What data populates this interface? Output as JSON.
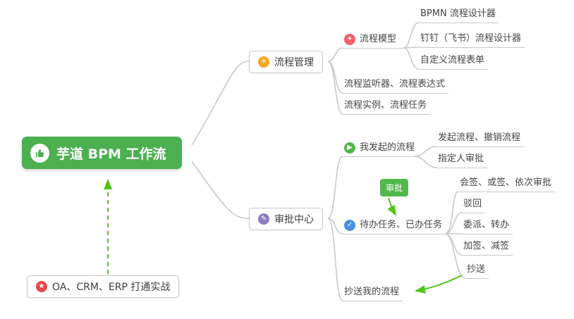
{
  "root": {
    "label": "芋道 BPM 工作流"
  },
  "process_mgmt": {
    "label": "流程管理",
    "model": {
      "label": "流程模型"
    },
    "bpmn": {
      "label": "BPMN 流程设计器"
    },
    "dingtalk": {
      "label": "钉钉（飞书）流程设计器"
    },
    "custom_form": {
      "label": "自定义流程表单"
    },
    "listener": {
      "label": "流程监听器、流程表达式"
    },
    "instance": {
      "label": "流程实例、流程任务"
    }
  },
  "approval": {
    "label": "审批中心",
    "my_initiated": {
      "label": "我发起的流程"
    },
    "initiate_cancel": {
      "label": "发起流程、撤销流程"
    },
    "assignee": {
      "label": "指定人审批"
    },
    "todo_done": {
      "label": "待办任务、已办任务"
    },
    "countersign": {
      "label": "会签、或签、依次审批"
    },
    "reject": {
      "label": "驳回"
    },
    "delegate": {
      "label": "委派、转办"
    },
    "addsign": {
      "label": "加签、减签"
    },
    "cc": {
      "label": "抄送"
    },
    "cc_my": {
      "label": "抄送我的流程"
    }
  },
  "badge": {
    "label": "审批"
  },
  "practice": {
    "label": "OA、CRM、ERP 打通实战"
  },
  "icons": {
    "lightbulb": "☀",
    "model": "✦",
    "pencil": "✎",
    "play": "▶",
    "check": "✓",
    "star": "★"
  },
  "colors": {
    "root_bg": "#4CB050",
    "connector": "#C9C9C9",
    "arrow_green": "#52C41A",
    "badge_green": "#52B84C",
    "icon_orange": "#F5A623",
    "icon_red": "#F2606A",
    "icon_purple": "#8E7CC3",
    "icon_green": "#52B54B",
    "icon_blue": "#4A90E2",
    "icon_star_red": "#E64A4A",
    "text": "#454545"
  }
}
